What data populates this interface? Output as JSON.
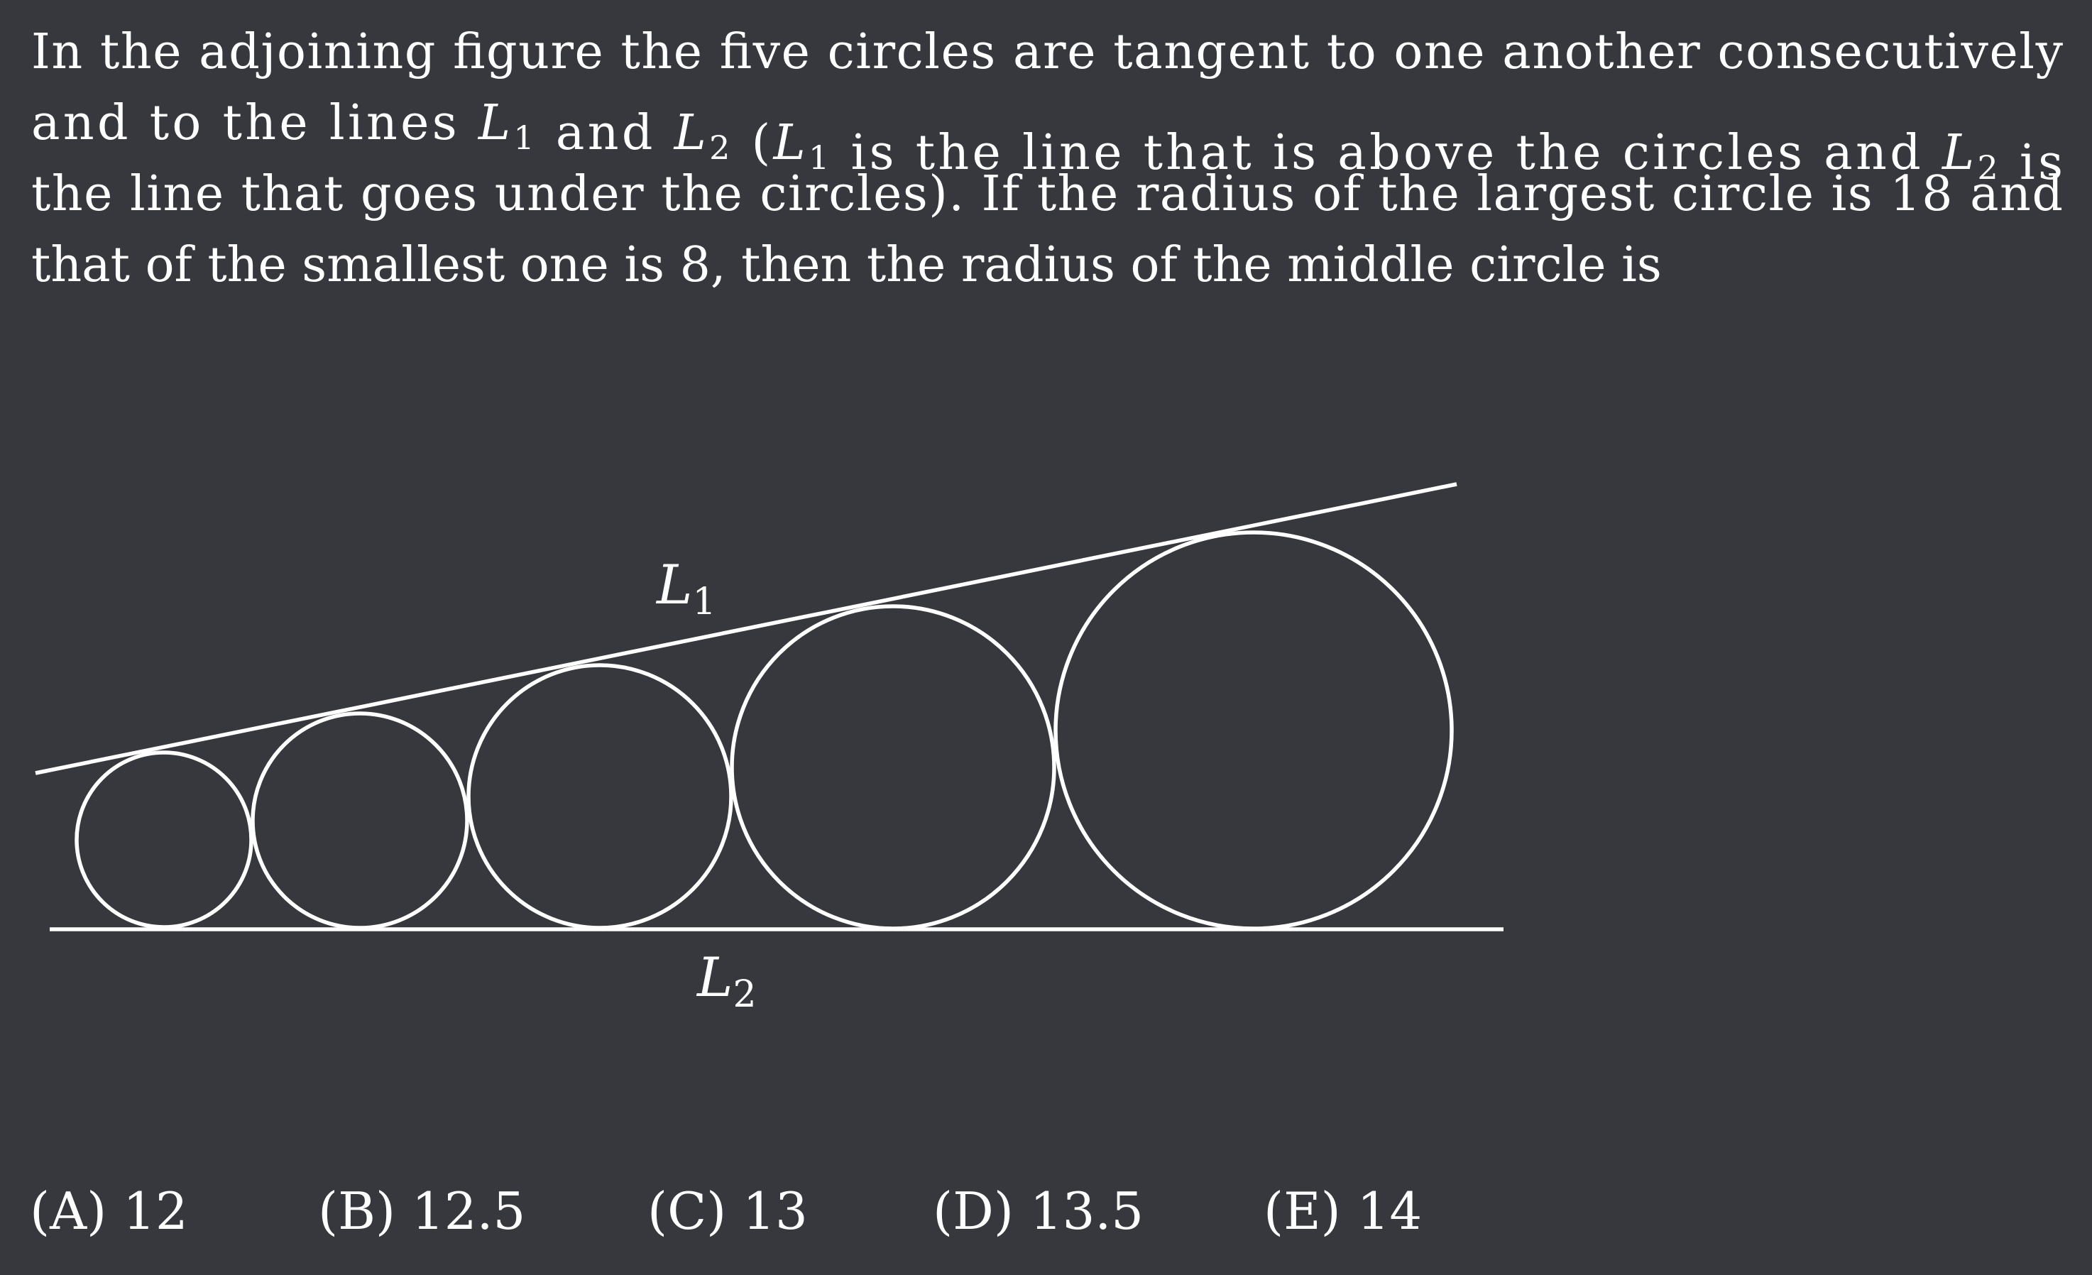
{
  "problem": {
    "lines": [
      [
        "In the adjoining figure the five circles are tangent to one another consecutively"
      ],
      [
        "and to the lines ",
        {
          "v": "L",
          "s": "1"
        },
        " and ",
        {
          "v": "L",
          "s": "2"
        },
        " (",
        {
          "v": "L",
          "s": "1"
        },
        " is the line that is above the circles and ",
        {
          "v": "L",
          "s": "2"
        },
        " is"
      ],
      [
        "the line that goes under the circles). If the radius of the largest circle is 18 and"
      ],
      [
        "that of the smallest one is 8, then the radius of the middle circle is"
      ]
    ]
  },
  "figure": {
    "label_top": {
      "v": "L",
      "s": "1"
    },
    "label_bottom": {
      "v": "L",
      "s": "2"
    }
  },
  "choices": [
    {
      "letter": "(A)",
      "value": "12"
    },
    {
      "letter": "(B)",
      "value": "12.5"
    },
    {
      "letter": "(C)",
      "value": "13"
    },
    {
      "letter": "(D)",
      "value": "13.5"
    },
    {
      "letter": "(E)",
      "value": "14"
    }
  ]
}
